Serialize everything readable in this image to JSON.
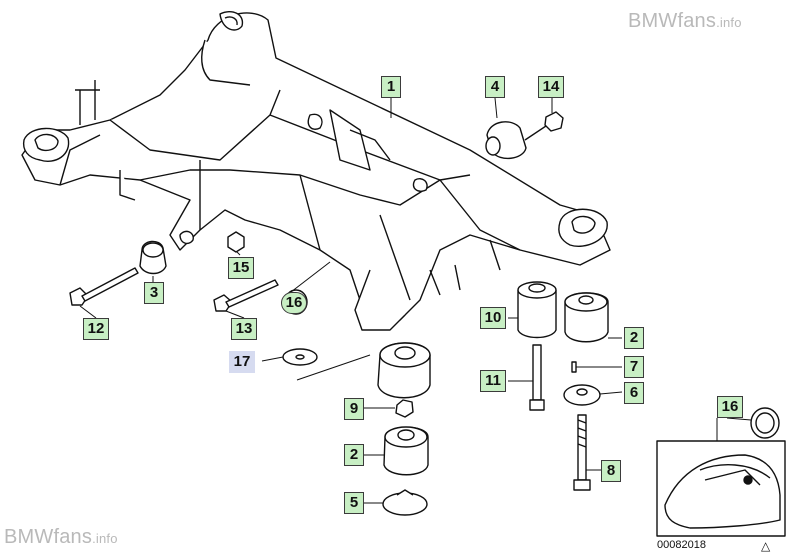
{
  "watermark_top": {
    "name": "BMWfans",
    "suffix": ".info"
  },
  "watermark_bottom": {
    "name": "BMWfans",
    "suffix": ".info"
  },
  "reference_number": "00082018",
  "callouts": {
    "c1": "1",
    "c2a": "2",
    "c2b": "2",
    "c3": "3",
    "c4": "4",
    "c5": "5",
    "c6": "6",
    "c7": "7",
    "c8": "8",
    "c9": "9",
    "c10": "10",
    "c11": "11",
    "c12": "12",
    "c13": "13",
    "c14": "14",
    "c15": "15",
    "c16a": "16",
    "c16b": "16",
    "c17": "17"
  },
  "colors": {
    "callout_fill": "#c8efc4",
    "callout_blue": "#d6dbf0",
    "line": "#111111",
    "watermark": "#b9b9b9"
  }
}
